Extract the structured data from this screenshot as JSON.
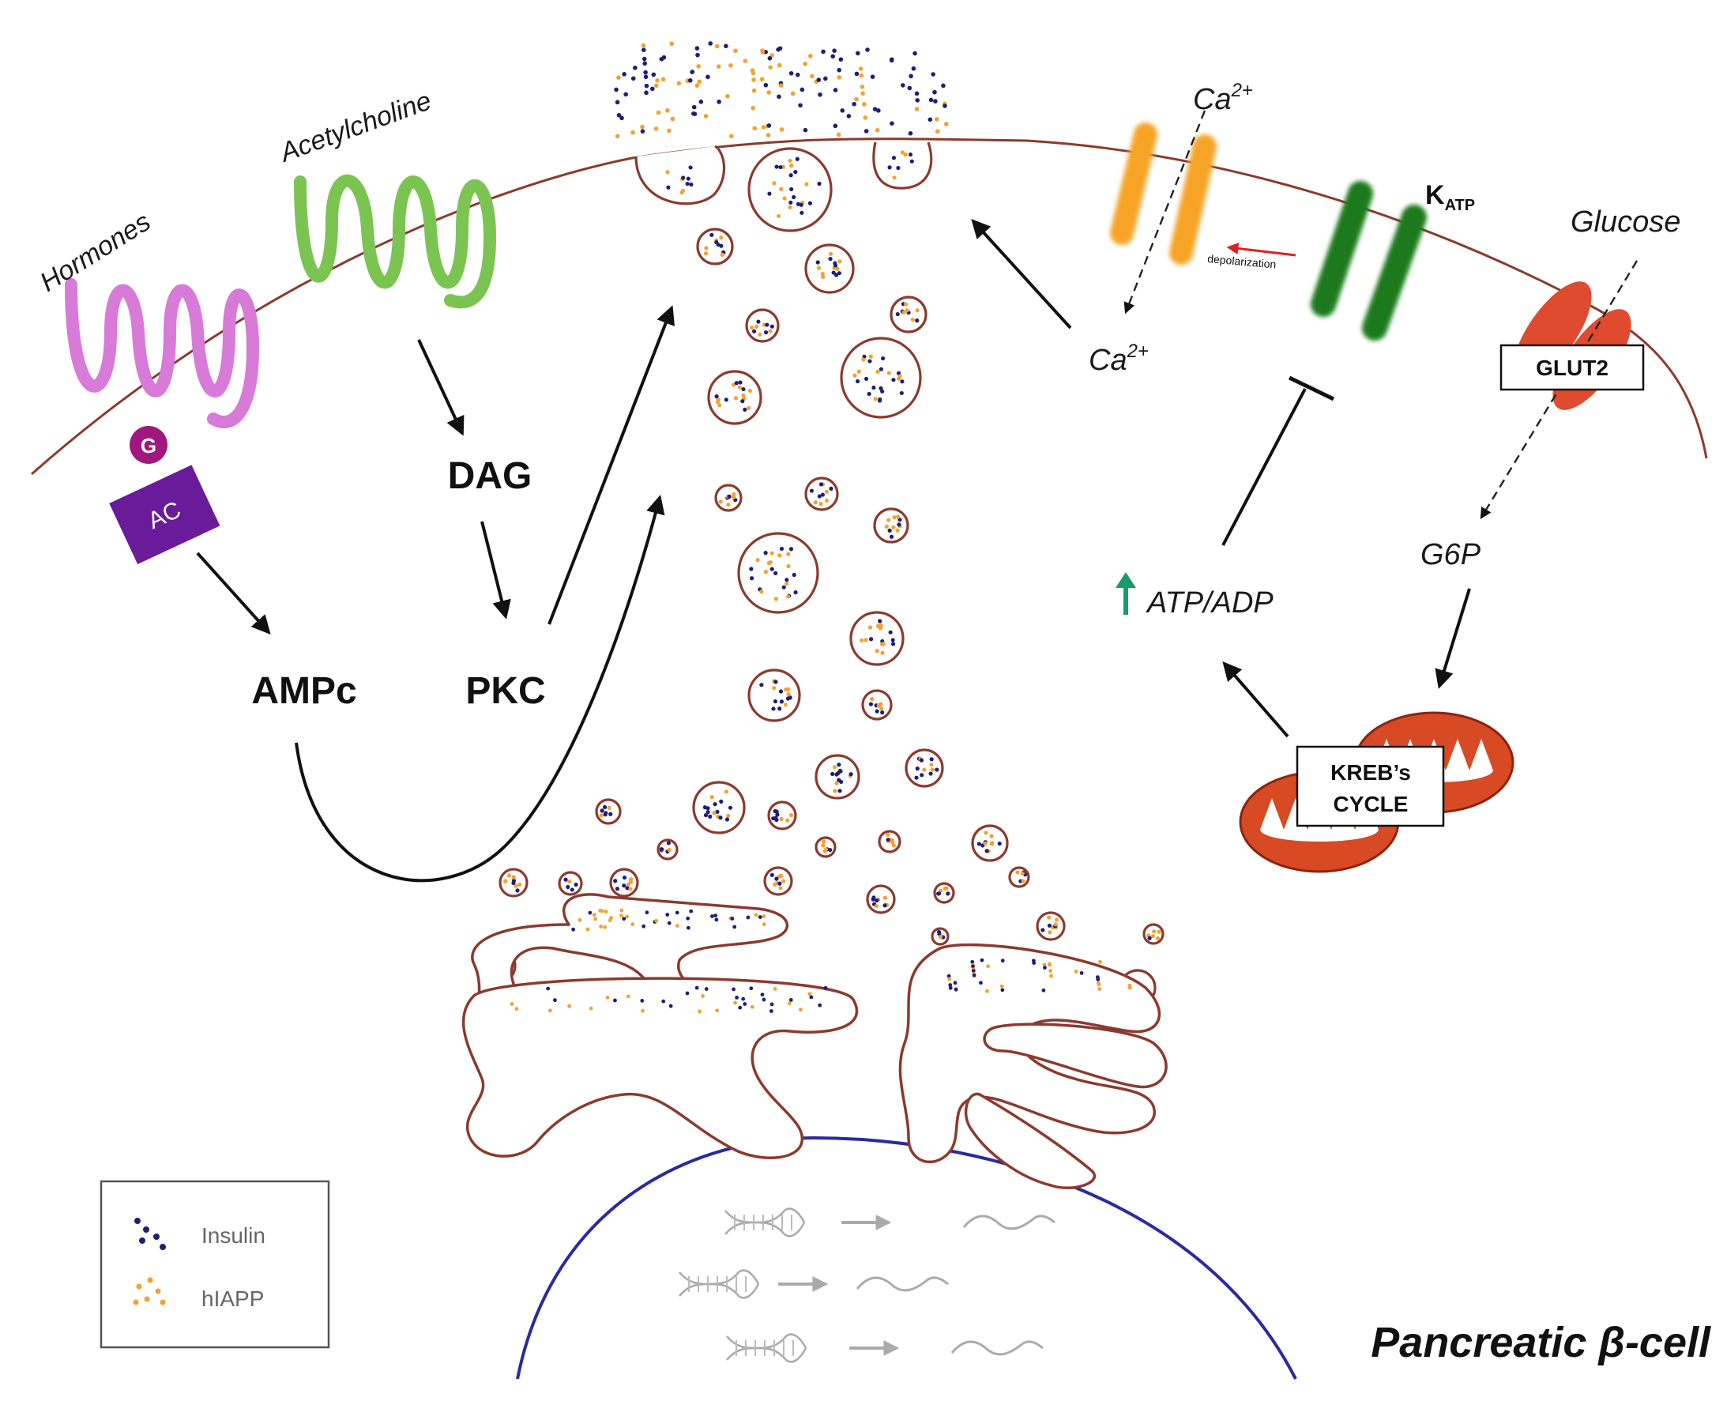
{
  "labels": {
    "hormones": "Hormones",
    "acetylcholine": "Acetylcholine",
    "g_protein": "G",
    "ac": "AC",
    "dag": "DAG",
    "ampc": "AMPc",
    "pkc": "PKC",
    "ca_top_base": "Ca",
    "ca_top_sup": "2+",
    "ca_mid_base": "Ca",
    "ca_mid_sup": "2+",
    "katp_base": "K",
    "katp_sub": "ATP",
    "depolarization": "depolarization",
    "glucose": "Glucose",
    "glut2": "GLUT2",
    "g6p": "G6P",
    "atp_adp": "ATP/ADP",
    "krebs_line1": "KREB’s",
    "krebs_line2": "CYCLE",
    "title": "Pancreatic β-cell"
  },
  "legend": {
    "insulin": "Insulin",
    "hiapp": "hIAPP"
  },
  "colors": {
    "membrane": "#8b3a2e",
    "insulin": "#1c1f7a",
    "hiapp": "#f5a030",
    "hormone_receptor": "#d77ad8",
    "ach_receptor": "#7cc452",
    "ac": "#6a1b9a",
    "g_protein": "#a0177e",
    "ca_channel": "#f7a428",
    "katp_channel": "#1f7a1f",
    "glut2": "#e04a2e",
    "mitochondria": "#d84a23",
    "nucleus": "#2a2aa0",
    "up_arrow": "#1a9a6a",
    "depolarization_arrow": "#e02020"
  }
}
